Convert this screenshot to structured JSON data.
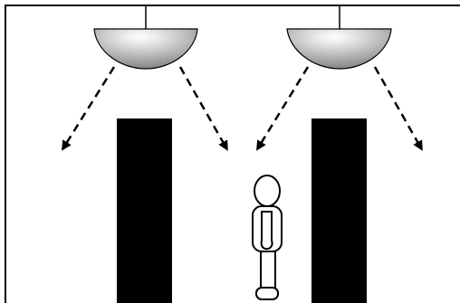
{
  "scene": {
    "background": "#ffffff",
    "outline_color": "#000000",
    "lamp_shade_color": "#a6a6a6",
    "lamp_highlight_color": "#ffffff",
    "shelf_color": "#000000",
    "lamp_count": 2,
    "shelf_count": 2,
    "arrow_style": "dashed",
    "person_present": true
  }
}
